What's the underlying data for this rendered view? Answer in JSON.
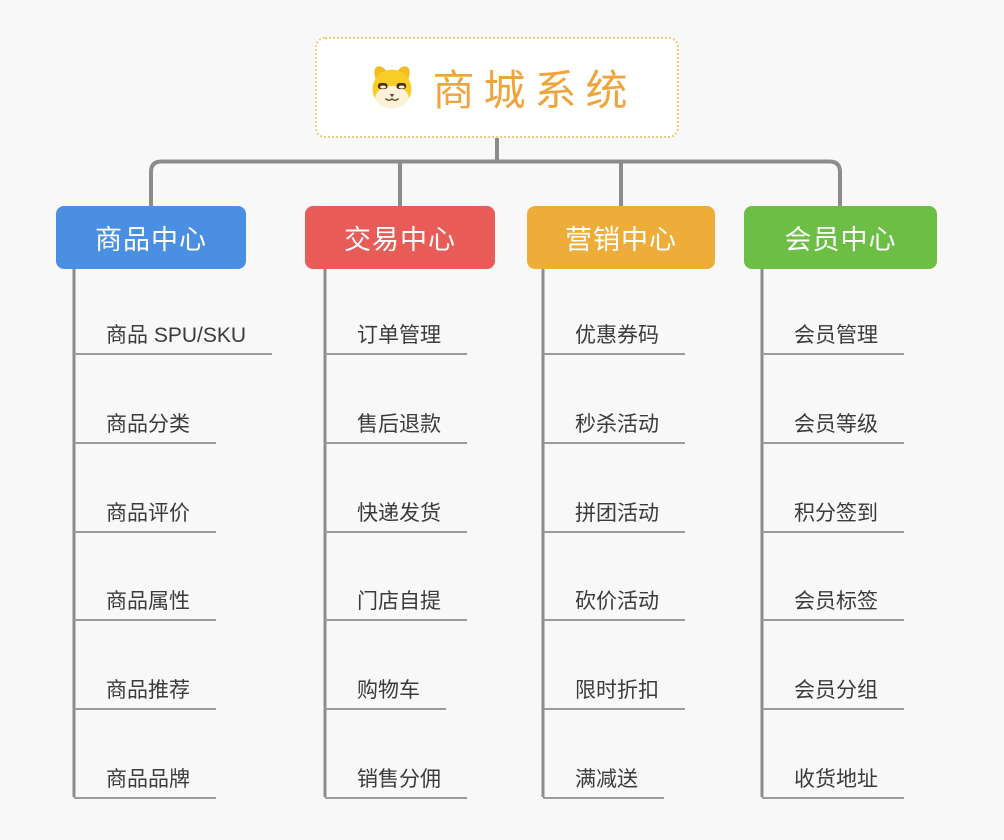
{
  "background_color": "#f8f8f8",
  "connector_color": "#8c8c8c",
  "leaf_line_color": "#9b9b9b",
  "root": {
    "title": "商城系统",
    "icon": "dog-face-icon",
    "title_color": "#f0a43c",
    "border_color": "#f3c77c"
  },
  "branches": [
    {
      "id": "product-center",
      "label": "商品中心",
      "color": "#4a8fe2",
      "children": [
        "商品 SPU/SKU",
        "商品分类",
        "商品评价",
        "商品属性",
        "商品推荐",
        "商品品牌"
      ]
    },
    {
      "id": "trade-center",
      "label": "交易中心",
      "color": "#e95b56",
      "children": [
        "订单管理",
        "售后退款",
        "快递发货",
        "门店自提",
        "购物车",
        "销售分佣"
      ]
    },
    {
      "id": "marketing-center",
      "label": "营销中心",
      "color": "#eead38",
      "children": [
        "优惠券码",
        "秒杀活动",
        "拼团活动",
        "砍价活动",
        "限时折扣",
        "满减送"
      ]
    },
    {
      "id": "member-center",
      "label": "会员中心",
      "color": "#6dbe45",
      "children": [
        "会员管理",
        "会员等级",
        "积分签到",
        "会员标签",
        "会员分组",
        "收货地址"
      ]
    }
  ]
}
